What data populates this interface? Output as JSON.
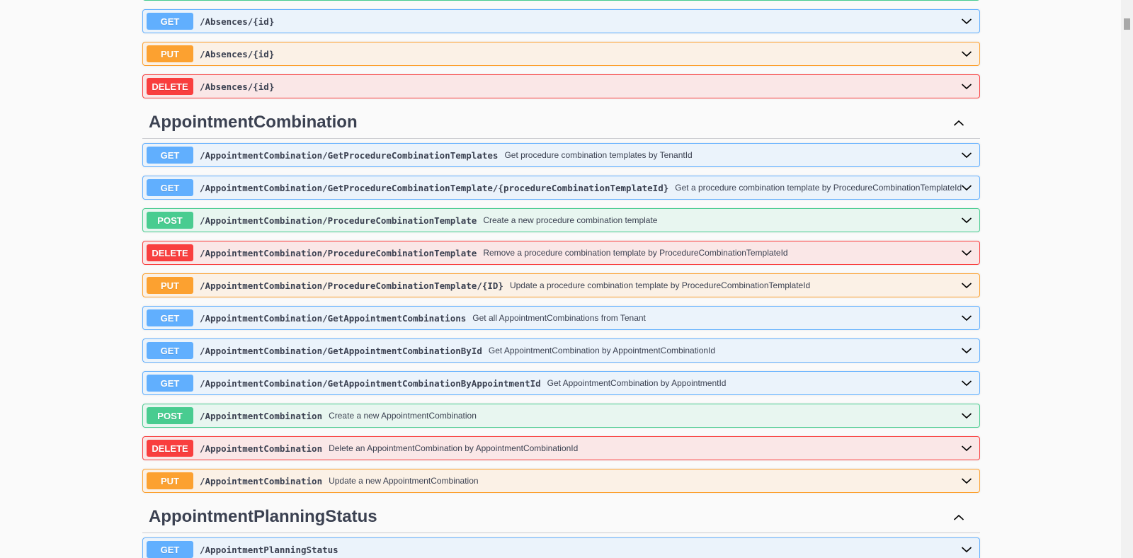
{
  "top_ops": [
    {
      "method": "GET",
      "path": "/Absences/{id}",
      "summary": ""
    },
    {
      "method": "PUT",
      "path": "/Absences/{id}",
      "summary": ""
    },
    {
      "method": "DELETE",
      "path": "/Absences/{id}",
      "summary": ""
    }
  ],
  "sections": [
    {
      "title": "AppointmentCombination",
      "ops": [
        {
          "method": "GET",
          "path": "/AppointmentCombination/GetProcedureCombinationTemplates",
          "summary": "Get procedure combination templates by TenantId"
        },
        {
          "method": "GET",
          "path": "/AppointmentCombination/GetProcedureCombinationTemplate/{procedureCombinationTemplateId}",
          "summary": "Get a procedure combination template by ProcedureCombinationTemplateId"
        },
        {
          "method": "POST",
          "path": "/AppointmentCombination/ProcedureCombinationTemplate",
          "summary": "Create a new procedure combination template"
        },
        {
          "method": "DELETE",
          "path": "/AppointmentCombination/ProcedureCombinationTemplate",
          "summary": "Remove a procedure combination template by ProcedureCombinationTemplateId"
        },
        {
          "method": "PUT",
          "path": "/AppointmentCombination/ProcedureCombinationTemplate/{ID}",
          "summary": "Update a procedure combination template by ProcedureCombinationTemplateId"
        },
        {
          "method": "GET",
          "path": "/AppointmentCombination/GetAppointmentCombinations",
          "summary": "Get all AppointmentCombinations from Tenant"
        },
        {
          "method": "GET",
          "path": "/AppointmentCombination/GetAppointmentCombinationById",
          "summary": "Get AppointmentCombination by AppointmentCombinationId"
        },
        {
          "method": "GET",
          "path": "/AppointmentCombination/GetAppointmentCombinationByAppointmentId",
          "summary": "Get AppointmentCombination by AppointmentId"
        },
        {
          "method": "POST",
          "path": "/AppointmentCombination",
          "summary": "Create a new AppointmentCombination"
        },
        {
          "method": "DELETE",
          "path": "/AppointmentCombination",
          "summary": "Delete an AppointmentCombination by AppointmentCombinationId"
        },
        {
          "method": "PUT",
          "path": "/AppointmentCombination",
          "summary": "Update a new AppointmentCombination"
        }
      ]
    },
    {
      "title": "AppointmentPlanningStatus",
      "ops": [
        {
          "method": "GET",
          "path": "/AppointmentPlanningStatus",
          "summary": ""
        }
      ]
    }
  ],
  "colors": {
    "get": "#61affe",
    "put": "#fca130",
    "delete": "#f93e3e",
    "post": "#49cc90"
  },
  "icons": {
    "expand": "chevron-down-icon",
    "collapse": "chevron-up-icon"
  }
}
